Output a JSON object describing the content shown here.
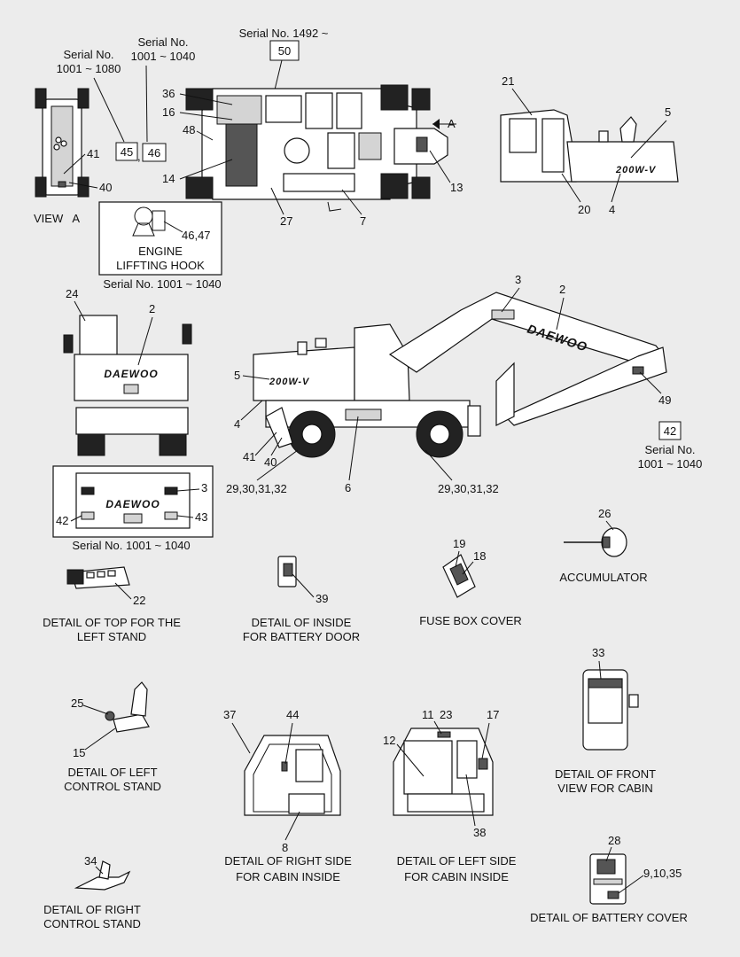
{
  "serials": {
    "s1001_1080": [
      "Serial No.",
      "1001 ~ 1080"
    ],
    "s1001_1040": [
      "Serial No.",
      "1001 ~ 1040"
    ],
    "s1492": "Serial No. 1492 ~",
    "hook": "Serial No. 1001 ~ 1040",
    "rear": "Serial No. 1001 ~ 1040",
    "side": [
      "Serial No.",
      "1001 ~ 1040"
    ]
  },
  "boxed_numbers": {
    "n50": "50",
    "n45": "45",
    "n46": "46",
    "n42": "42"
  },
  "view_label": "VIEW   A",
  "arrow_label": "A",
  "hook_caption": [
    "ENGINE",
    "LIFFTING HOOK"
  ],
  "callouts": {
    "c36": "36",
    "c16": "16",
    "c48": "48",
    "c14": "14",
    "c27": "27",
    "c7": "7",
    "c13": "13",
    "c41a": "41",
    "c40a": "40",
    "c4647": "46,47",
    "c21": "21",
    "c5a": "5",
    "c20": "20",
    "c4a": "4",
    "c24": "24",
    "c2a": "2",
    "c3a": "3",
    "c2b": "2",
    "c5b": "5",
    "c4b": "4",
    "c41b": "41",
    "c40b": "40",
    "c6": "6",
    "c49": "49",
    "c293132a": "29,30,31,32",
    "c293132b": "29,30,31,32",
    "c3b": "3",
    "c42": "42",
    "c43": "43",
    "c26": "26",
    "c22": "22",
    "c39": "39",
    "c19": "19",
    "c18": "18",
    "c25": "25",
    "c15": "15",
    "c37": "37",
    "c44": "44",
    "c8": "8",
    "c11": "11",
    "c23": "23",
    "c17": "17",
    "c12": "12",
    "c38": "38",
    "c33": "33",
    "c28": "28",
    "c91035": "9,10,35",
    "c34": "34"
  },
  "brand": "DAEWOO",
  "model_badge": "200W-V",
  "captions": {
    "accumulator": "ACCUMULATOR",
    "top_left_stand": [
      "DETAIL OF TOP FOR THE",
      "LEFT STAND"
    ],
    "battery_door": [
      "DETAIL OF INSIDE",
      "FOR BATTERY DOOR"
    ],
    "fuse_box": "FUSE BOX COVER",
    "left_control": [
      "DETAIL OF LEFT",
      "CONTROL STAND"
    ],
    "right_side_cabin": [
      "DETAIL OF RIGHT SIDE",
      "FOR CABIN INSIDE"
    ],
    "left_side_cabin": [
      "DETAIL OF LEFT SIDE",
      "FOR CABIN INSIDE"
    ],
    "front_cabin": [
      "DETAIL OF FRONT",
      "VIEW FOR CABIN"
    ],
    "right_control": [
      "DETAIL OF RIGHT",
      "CONTROL STAND"
    ],
    "battery_cover": "DETAIL OF BATTERY COVER"
  }
}
